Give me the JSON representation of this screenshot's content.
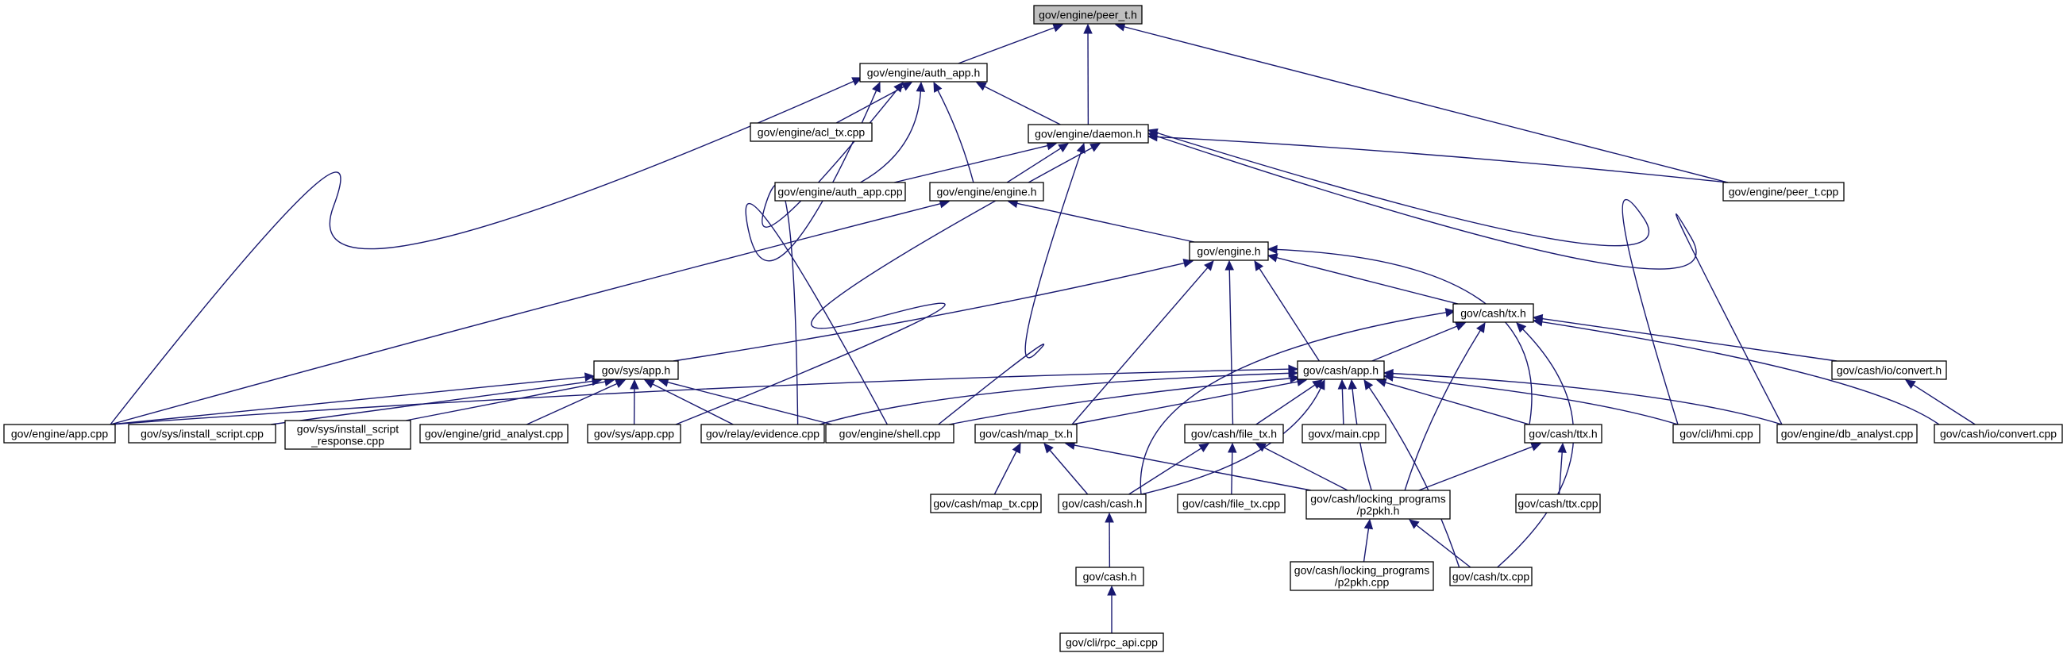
{
  "diagram": {
    "type": "include-dependency-graph",
    "nodes": [
      {
        "id": "peer_t_h",
        "lines": [
          "gov/engine/peer_t.h"
        ],
        "root": true
      },
      {
        "id": "auth_app_h",
        "lines": [
          "gov/engine/auth_app.h"
        ]
      },
      {
        "id": "daemon_h",
        "lines": [
          "gov/engine/daemon.h"
        ]
      },
      {
        "id": "acl_tx_cpp",
        "lines": [
          "gov/engine/acl_tx.cpp"
        ]
      },
      {
        "id": "auth_app_cpp",
        "lines": [
          "gov/engine/auth_app.cpp"
        ]
      },
      {
        "id": "engine_engine_h",
        "lines": [
          "gov/engine/engine.h"
        ]
      },
      {
        "id": "peer_t_cpp",
        "lines": [
          "gov/engine/peer_t.cpp"
        ]
      },
      {
        "id": "engine_h",
        "lines": [
          "gov/engine.h"
        ]
      },
      {
        "id": "cash_tx_h",
        "lines": [
          "gov/cash/tx.h"
        ]
      },
      {
        "id": "sys_app_h",
        "lines": [
          "gov/sys/app.h"
        ]
      },
      {
        "id": "cash_app_h",
        "lines": [
          "gov/cash/app.h"
        ]
      },
      {
        "id": "io_convert_h",
        "lines": [
          "gov/cash/io/convert.h"
        ]
      },
      {
        "id": "engine_app_cpp",
        "lines": [
          "gov/engine/app.cpp"
        ]
      },
      {
        "id": "install_script_cpp",
        "lines": [
          "gov/sys/install_script.cpp"
        ]
      },
      {
        "id": "install_script_response_cpp",
        "lines": [
          "gov/sys/install_script",
          "_response.cpp"
        ]
      },
      {
        "id": "grid_analyst_cpp",
        "lines": [
          "gov/engine/grid_analyst.cpp"
        ]
      },
      {
        "id": "sys_app_cpp",
        "lines": [
          "gov/sys/app.cpp"
        ]
      },
      {
        "id": "evidence_cpp",
        "lines": [
          "gov/relay/evidence.cpp"
        ]
      },
      {
        "id": "shell_cpp",
        "lines": [
          "gov/engine/shell.cpp"
        ]
      },
      {
        "id": "map_tx_h",
        "lines": [
          "gov/cash/map_tx.h"
        ]
      },
      {
        "id": "file_tx_h",
        "lines": [
          "gov/cash/file_tx.h"
        ]
      },
      {
        "id": "govx_main_cpp",
        "lines": [
          "govx/main.cpp"
        ]
      },
      {
        "id": "ttx_h",
        "lines": [
          "gov/cash/ttx.h"
        ]
      },
      {
        "id": "hmi_cpp",
        "lines": [
          "gov/cli/hmi.cpp"
        ]
      },
      {
        "id": "db_analyst_cpp",
        "lines": [
          "gov/engine/db_analyst.cpp"
        ]
      },
      {
        "id": "io_convert_cpp",
        "lines": [
          "gov/cash/io/convert.cpp"
        ]
      },
      {
        "id": "map_tx_cpp",
        "lines": [
          "gov/cash/map_tx.cpp"
        ]
      },
      {
        "id": "cash_cash_h",
        "lines": [
          "gov/cash/cash.h"
        ]
      },
      {
        "id": "file_tx_cpp",
        "lines": [
          "gov/cash/file_tx.cpp"
        ]
      },
      {
        "id": "p2pkh_h",
        "lines": [
          "gov/cash/locking_programs",
          "/p2pkh.h"
        ]
      },
      {
        "id": "ttx_cpp",
        "lines": [
          "gov/cash/ttx.cpp"
        ]
      },
      {
        "id": "cash_h",
        "lines": [
          "gov/cash.h"
        ]
      },
      {
        "id": "p2pkh_cpp",
        "lines": [
          "gov/cash/locking_programs",
          "/p2pkh.cpp"
        ]
      },
      {
        "id": "cash_tx_cpp",
        "lines": [
          "gov/cash/tx.cpp"
        ]
      },
      {
        "id": "rpc_api_cpp",
        "lines": [
          "gov/cli/rpc_api.cpp"
        ]
      }
    ],
    "edges": [
      {
        "from": "auth_app_h",
        "to": "peer_t_h"
      },
      {
        "from": "daemon_h",
        "to": "peer_t_h"
      },
      {
        "from": "peer_t_cpp",
        "to": "peer_t_h"
      },
      {
        "from": "acl_tx_cpp",
        "to": "auth_app_h"
      },
      {
        "from": "daemon_h",
        "to": "auth_app_h"
      },
      {
        "from": "auth_app_cpp",
        "to": "auth_app_h"
      },
      {
        "from": "engine_engine_h",
        "to": "auth_app_h"
      },
      {
        "from": "engine_app_cpp",
        "to": "auth_app_h"
      },
      {
        "from": "shell_cpp",
        "to": "auth_app_h"
      },
      {
        "from": "evidence_cpp",
        "to": "auth_app_h"
      },
      {
        "from": "auth_app_cpp",
        "to": "daemon_h"
      },
      {
        "from": "engine_engine_h",
        "to": "daemon_h"
      },
      {
        "from": "peer_t_cpp",
        "to": "daemon_h"
      },
      {
        "from": "sys_app_cpp",
        "to": "daemon_h"
      },
      {
        "from": "shell_cpp",
        "to": "daemon_h"
      },
      {
        "from": "hmi_cpp",
        "to": "daemon_h"
      },
      {
        "from": "db_analyst_cpp",
        "to": "daemon_h"
      },
      {
        "from": "engine_h",
        "to": "engine_engine_h"
      },
      {
        "from": "engine_app_cpp",
        "to": "engine_engine_h"
      },
      {
        "from": "sys_app_h",
        "to": "engine_h"
      },
      {
        "from": "cash_tx_h",
        "to": "engine_h"
      },
      {
        "from": "cash_app_h",
        "to": "engine_h"
      },
      {
        "from": "map_tx_h",
        "to": "engine_h"
      },
      {
        "from": "file_tx_h",
        "to": "engine_h"
      },
      {
        "from": "ttx_h",
        "to": "engine_h"
      },
      {
        "from": "cash_app_h",
        "to": "cash_tx_h"
      },
      {
        "from": "io_convert_h",
        "to": "cash_tx_h"
      },
      {
        "from": "io_convert_cpp",
        "to": "cash_tx_h"
      },
      {
        "from": "cash_cash_h",
        "to": "cash_tx_h"
      },
      {
        "from": "p2pkh_h",
        "to": "cash_tx_h"
      },
      {
        "from": "cash_tx_cpp",
        "to": "cash_tx_h"
      },
      {
        "from": "io_convert_cpp",
        "to": "io_convert_h"
      },
      {
        "from": "engine_app_cpp",
        "to": "sys_app_h"
      },
      {
        "from": "install_script_cpp",
        "to": "sys_app_h"
      },
      {
        "from": "install_script_response_cpp",
        "to": "sys_app_h"
      },
      {
        "from": "grid_analyst_cpp",
        "to": "sys_app_h"
      },
      {
        "from": "sys_app_cpp",
        "to": "sys_app_h"
      },
      {
        "from": "evidence_cpp",
        "to": "sys_app_h"
      },
      {
        "from": "shell_cpp",
        "to": "sys_app_h"
      },
      {
        "from": "engine_app_cpp",
        "to": "cash_app_h"
      },
      {
        "from": "evidence_cpp",
        "to": "cash_app_h"
      },
      {
        "from": "shell_cpp",
        "to": "cash_app_h"
      },
      {
        "from": "map_tx_h",
        "to": "cash_app_h"
      },
      {
        "from": "file_tx_h",
        "to": "cash_app_h"
      },
      {
        "from": "govx_main_cpp",
        "to": "cash_app_h"
      },
      {
        "from": "ttx_h",
        "to": "cash_app_h"
      },
      {
        "from": "hmi_cpp",
        "to": "cash_app_h"
      },
      {
        "from": "db_analyst_cpp",
        "to": "cash_app_h"
      },
      {
        "from": "cash_cash_h",
        "to": "cash_app_h"
      },
      {
        "from": "p2pkh_h",
        "to": "cash_app_h"
      },
      {
        "from": "cash_tx_cpp",
        "to": "cash_app_h"
      },
      {
        "from": "map_tx_cpp",
        "to": "map_tx_h"
      },
      {
        "from": "cash_cash_h",
        "to": "map_tx_h"
      },
      {
        "from": "p2pkh_h",
        "to": "map_tx_h"
      },
      {
        "from": "cash_cash_h",
        "to": "file_tx_h"
      },
      {
        "from": "file_tx_cpp",
        "to": "file_tx_h"
      },
      {
        "from": "p2pkh_h",
        "to": "file_tx_h"
      },
      {
        "from": "p2pkh_h",
        "to": "ttx_h"
      },
      {
        "from": "ttx_cpp",
        "to": "ttx_h"
      },
      {
        "from": "cash_h",
        "to": "cash_cash_h"
      },
      {
        "from": "p2pkh_cpp",
        "to": "p2pkh_h"
      },
      {
        "from": "cash_tx_cpp",
        "to": "p2pkh_h"
      },
      {
        "from": "rpc_api_cpp",
        "to": "cash_h"
      }
    ]
  }
}
